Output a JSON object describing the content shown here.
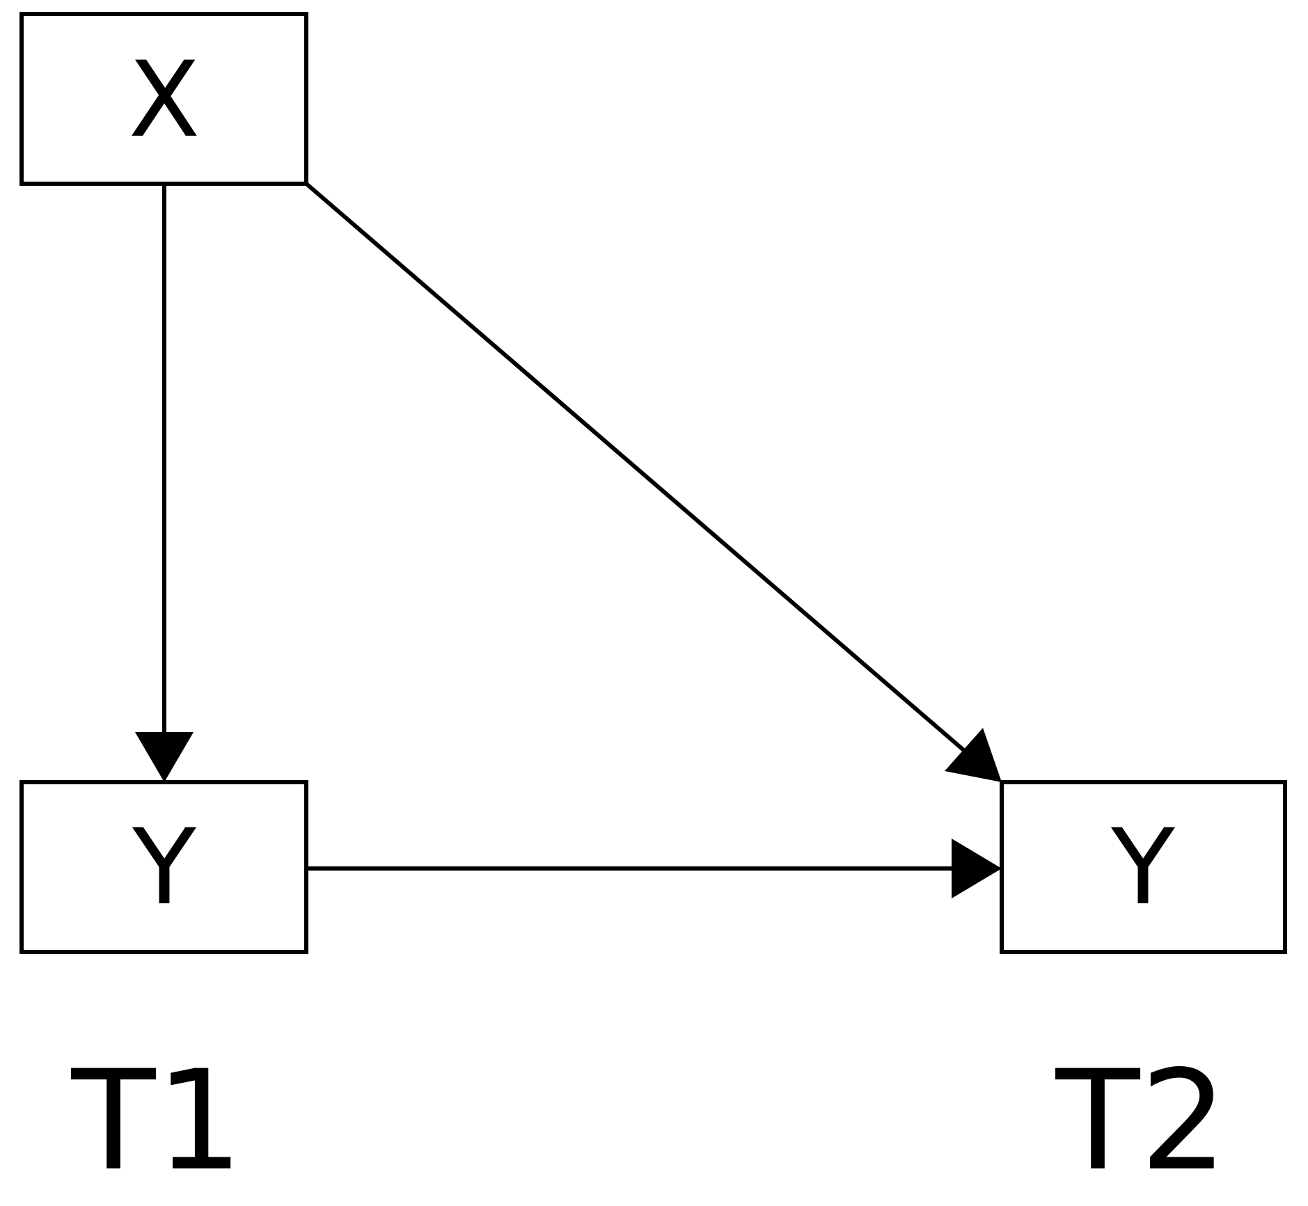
{
  "diagram": {
    "type": "path-diagram",
    "nodes": [
      {
        "id": "x_t1",
        "label": "X"
      },
      {
        "id": "y_t1",
        "label": "Y"
      },
      {
        "id": "y_t2",
        "label": "Y"
      }
    ],
    "edges": [
      {
        "from": "x_t1",
        "to": "y_t1"
      },
      {
        "from": "x_t1",
        "to": "y_t2"
      },
      {
        "from": "y_t1",
        "to": "y_t2"
      }
    ],
    "time_labels": [
      "T1",
      "T2"
    ],
    "colors": {
      "stroke": "#000000",
      "background": "#ffffff"
    }
  }
}
